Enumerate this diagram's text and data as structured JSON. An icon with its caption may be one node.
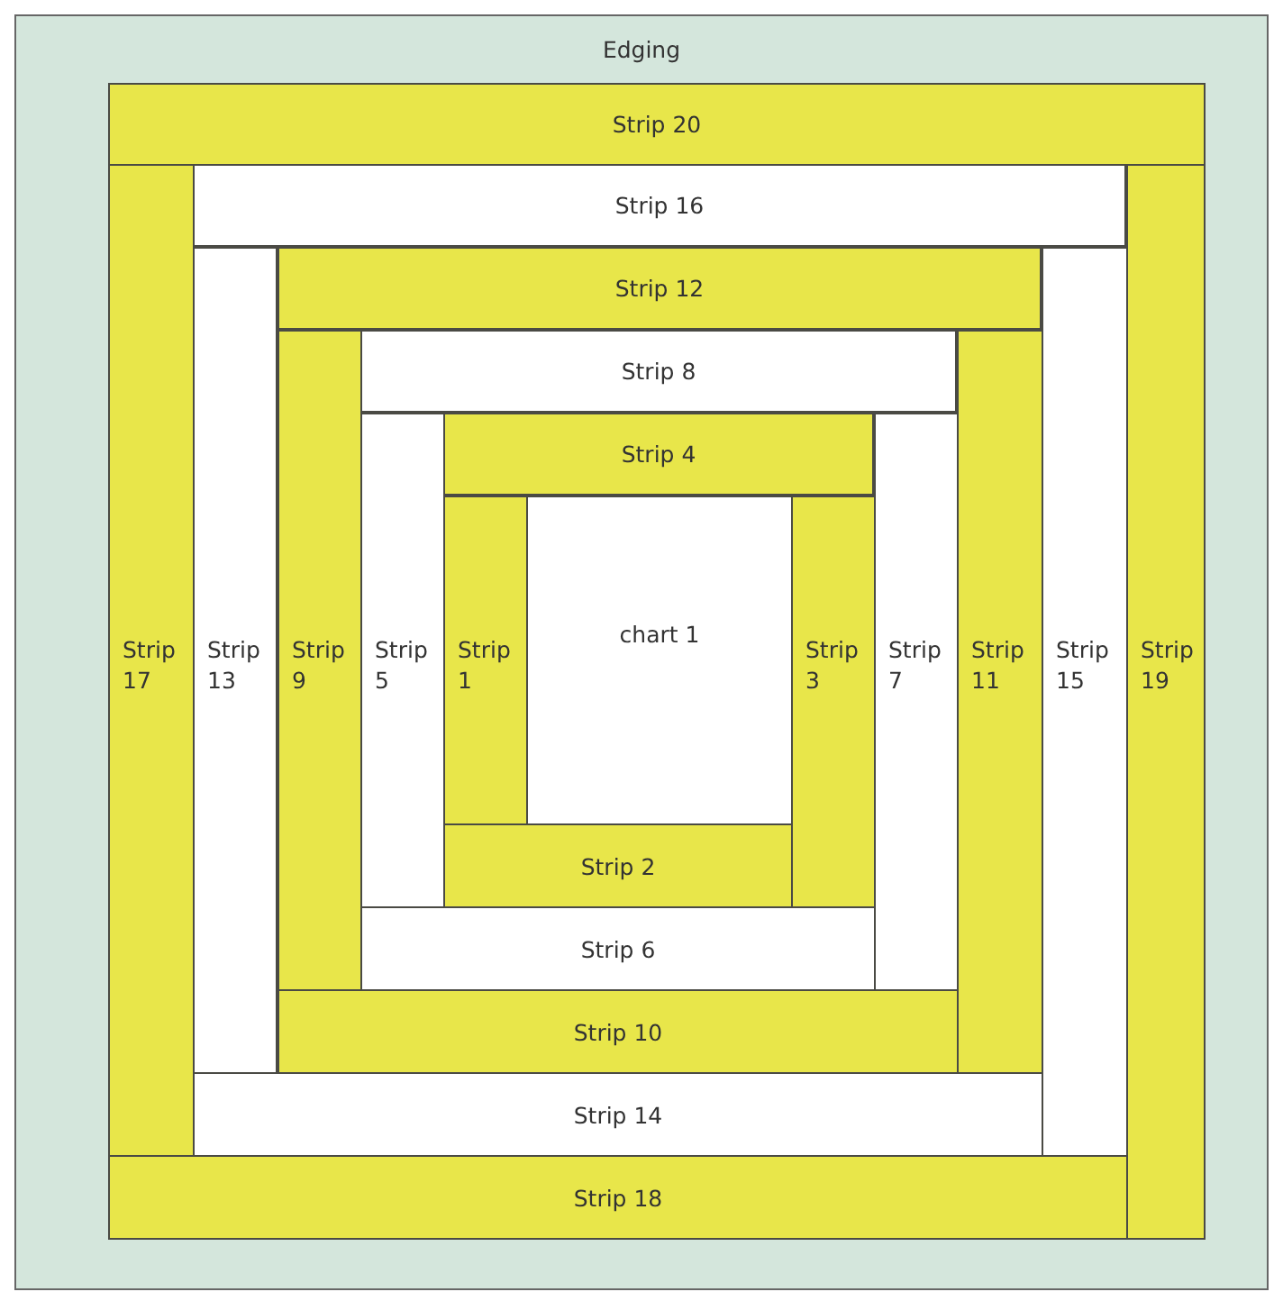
{
  "diagram": {
    "nodes": [
      {
        "text": [
          "Edging"
        ]
      },
      {
        "text": [
          "Strip 20"
        ],
        "in": 0
      },
      {
        "text": [
          "Strip 16"
        ],
        "in": 0
      },
      {
        "text": [
          "Strip 12"
        ],
        "in": 0
      },
      {
        "text": [
          "Strip 8"
        ],
        "in": 0
      },
      {
        "text": [
          "Strip 4"
        ],
        "in": 0
      },
      {
        "text": [
          "Strip 17"
        ],
        "in": 0
      },
      {
        "text": [
          "Strip 13"
        ],
        "in": 0
      },
      {
        "text": [
          "Strip 9"
        ],
        "in": 0
      },
      {
        "text": [
          "Strip 5"
        ],
        "in": 0
      },
      {
        "text": [
          "Strip 1"
        ],
        "in": 0
      },
      {
        "text": [
          "chart 1"
        ],
        "in": 0
      },
      {
        "text": [
          "Strip 3"
        ],
        "in": 0
      },
      {
        "text": [
          "Strip 7"
        ],
        "in": 0
      },
      {
        "text": [
          "Strip 11"
        ],
        "in": 0
      },
      {
        "text": [
          "Strip 15"
        ],
        "in": 0
      },
      {
        "text": [
          "Strip 19"
        ],
        "in": 0
      },
      {
        "text": [
          "Strip 2"
        ],
        "in": 0
      },
      {
        "text": [
          "Strip 6"
        ],
        "in": 0
      },
      {
        "text": [
          "Strip 10"
        ],
        "in": 0
      },
      {
        "text": [
          "Strip 14"
        ],
        "in": 0
      },
      {
        "text": [
          "Strip 18"
        ],
        "in": 0
      }
    ]
  }
}
